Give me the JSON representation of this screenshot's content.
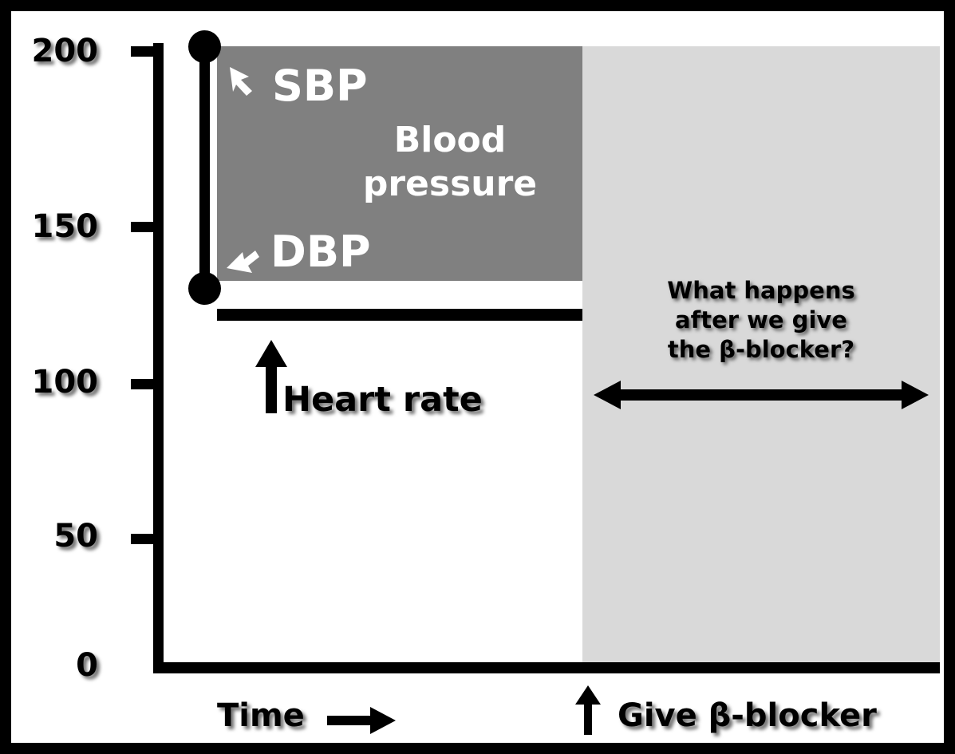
{
  "chart_data": {
    "type": "line",
    "title": "",
    "xlabel": "Time",
    "ylabel": "",
    "ylim": [
      0,
      200
    ],
    "yticks": [
      200,
      150,
      100,
      50,
      0
    ],
    "grid": false,
    "legend_position": "none",
    "series": [
      {
        "name": "SBP",
        "label": "SBP",
        "value": 200,
        "description": "Systolic blood pressure, marked by upper dot of vertical bar"
      },
      {
        "name": "DBP",
        "label": "DBP",
        "value": 130,
        "description": "Diastolic blood pressure, marked by lower dot of vertical bar"
      },
      {
        "name": "Heart rate",
        "label": "Heart rate",
        "value": 120,
        "description": "Horizontal black line before drug administration"
      }
    ],
    "regions": [
      {
        "name": "blood-pressure-range",
        "label": "Blood pressure",
        "color": "#808080",
        "y_range": [
          130,
          200
        ]
      },
      {
        "name": "post-drug-region",
        "label": "What happens after we give the β-blocker?",
        "color": "#d9d9d9",
        "y_range": [
          0,
          200
        ]
      }
    ],
    "annotations": [
      "SBP",
      "DBP",
      "Blood pressure",
      "Heart rate",
      "Time",
      "Give β-blocker",
      "What happens after we give the β-blocker?"
    ]
  },
  "axes": {
    "y_ticks": [
      {
        "label": "200",
        "value": 200
      },
      {
        "label": "150",
        "value": 150
      },
      {
        "label": "100",
        "value": 100
      },
      {
        "label": "50",
        "value": 50
      },
      {
        "label": "0",
        "value": 0
      }
    ],
    "x_label": "Time"
  },
  "blood_pressure": {
    "sbp_label": "SBP",
    "dbp_label": "DBP",
    "title_line1": "Blood",
    "title_line2": "pressure"
  },
  "heart_rate": {
    "label": "Heart rate"
  },
  "post_drug": {
    "question_line1": "What happens",
    "question_line2": "after we give",
    "question_line3": "the β-blocker?"
  },
  "bottom": {
    "time_label": "Time",
    "give_drug_label": "Give β-blocker"
  },
  "colors": {
    "bp_box": "#808080",
    "post_drug_panel": "#d9d9d9",
    "ink": "#000000",
    "label_on_grey": "#ffffff"
  }
}
